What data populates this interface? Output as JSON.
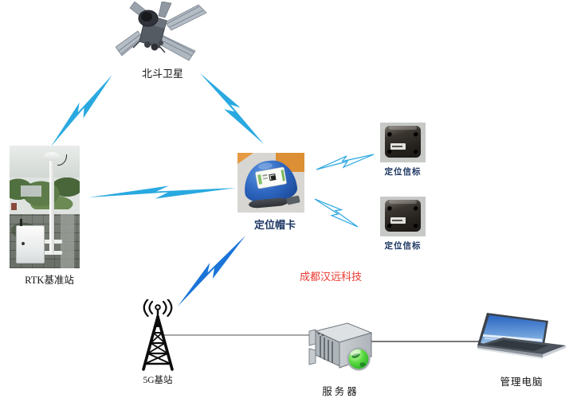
{
  "diagram": {
    "watermark": {
      "text": "成都汉远科技",
      "color": "#e8382e"
    },
    "nodes": {
      "satellite": {
        "label": "北斗卫星"
      },
      "rtk_station": {
        "label": "RTK基准站"
      },
      "helmet_tag": {
        "label": "定位帽卡",
        "label_color": "#1f3864"
      },
      "beacon_top": {
        "label": "定位信标",
        "label_color": "#1f3864"
      },
      "beacon_bottom": {
        "label": "定位信标",
        "label_color": "#1f3864"
      },
      "base_station_5g": {
        "label": "5G基站"
      },
      "server": {
        "label": "服务器"
      },
      "management_pc": {
        "label": "管理电脑"
      }
    },
    "links": {
      "wireless": [
        "satellite-to-rtk-station",
        "satellite-to-helmet-tag",
        "rtk-station-to-helmet-tag",
        "helmet-tag-to-beacon-top",
        "helmet-tag-to-beacon-bottom",
        "helmet-tag-to-5g-base-station"
      ],
      "wired": [
        "5g-base-station-to-server",
        "server-to-management-pc"
      ],
      "bolt_color_light": "#29a9e0",
      "bolt_color_dark": "#1b74d8",
      "line_color_gray": "#8c8c8c",
      "line_color_dark": "#4c4c4c"
    }
  }
}
